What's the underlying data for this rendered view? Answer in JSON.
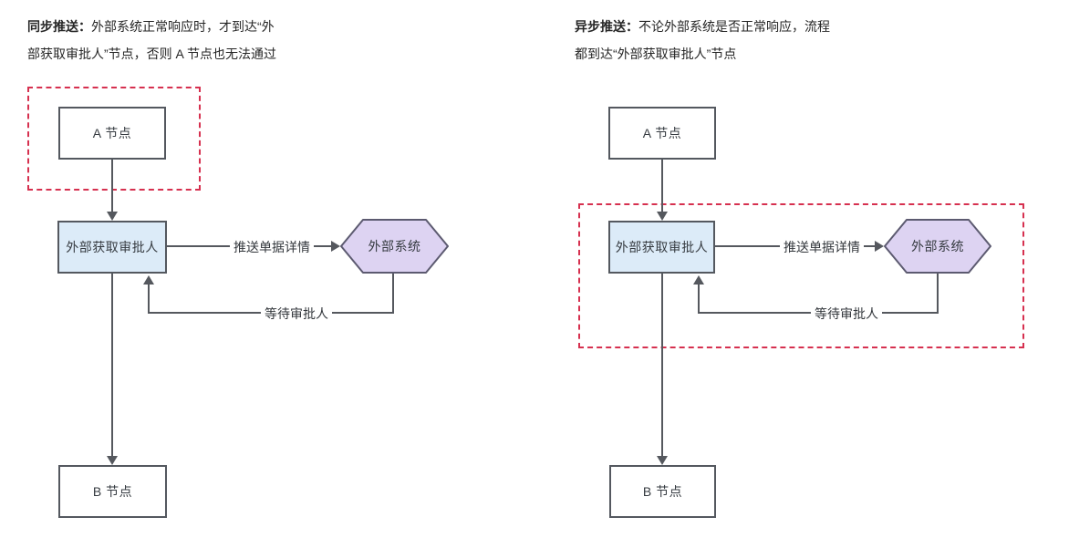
{
  "diagrams": [
    {
      "id": "sync",
      "title_prefix": "同步推送：",
      "title_line1_rest": "外部系统正常响应时，才到达“外",
      "title_line2": "部获取审批人”节点，否则 A 节点也无法通过",
      "nodes": {
        "a": "A 节点",
        "approver": "外部获取审批人",
        "external": "外部系统",
        "b": "B 节点"
      },
      "edge_labels": {
        "push": "推送单据详情",
        "wait": "等待审批人"
      }
    },
    {
      "id": "async",
      "title_prefix": "异步推送：",
      "title_line1_rest": "不论外部系统是否正常响应，流程",
      "title_line2": "都到达“外部获取审批人”节点",
      "nodes": {
        "a": "A 节点",
        "approver": "外部获取审批人",
        "external": "外部系统",
        "b": "B 节点"
      },
      "edge_labels": {
        "push": "推送单据详情",
        "wait": "等待审批人"
      }
    }
  ],
  "colors": {
    "highlight_red": "#d6304f",
    "approver_fill": "#dcebf8",
    "external_fill": "#ddd3f2",
    "node_border": "#54585f",
    "external_border": "#5c5a70",
    "connector": "#55585e",
    "title_text": "#262626",
    "node_text": "#363b41"
  }
}
